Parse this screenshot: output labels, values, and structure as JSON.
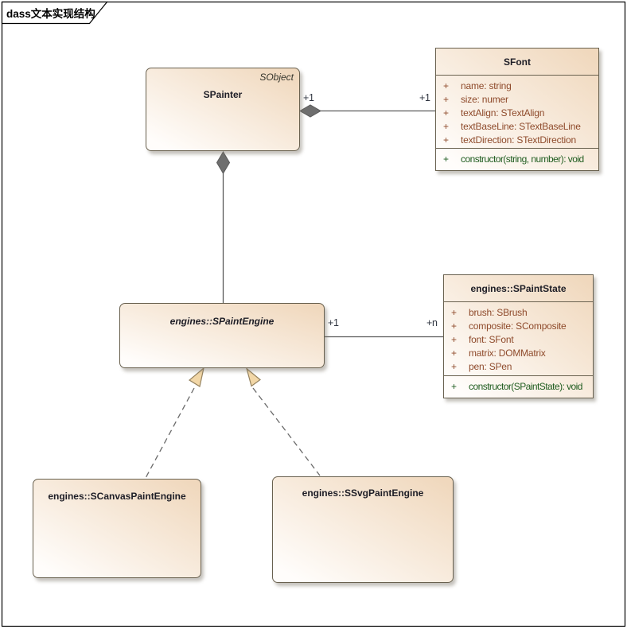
{
  "frame": {
    "label": "dass文本实现结构"
  },
  "classes": {
    "spainter": {
      "name": "SPainter",
      "stereotype": "SObject"
    },
    "sfont": {
      "name": "SFont",
      "attributes": [
        {
          "vis": "+",
          "text": "name: string"
        },
        {
          "vis": "+",
          "text": "size: numer"
        },
        {
          "vis": "+",
          "text": "textAlign: STextAlign"
        },
        {
          "vis": "+",
          "text": "textBaseLine: STextBaseLine"
        },
        {
          "vis": "+",
          "text": "textDirection: STextDirection"
        }
      ],
      "operations": [
        {
          "vis": "+",
          "text": "constructor(string, number): void"
        }
      ]
    },
    "spaintengine": {
      "name": "engines::SPaintEngine"
    },
    "spaintstate": {
      "name": "engines::SPaintState",
      "attributes": [
        {
          "vis": "+",
          "text": "brush: SBrush"
        },
        {
          "vis": "+",
          "text": "composite: SComposite"
        },
        {
          "vis": "+",
          "text": "font: SFont"
        },
        {
          "vis": "+",
          "text": "matrix: DOMMatrix"
        },
        {
          "vis": "+",
          "text": "pen: SPen"
        }
      ],
      "operations": [
        {
          "vis": "+",
          "text": "constructor(SPaintState): void"
        }
      ]
    },
    "scanvaspaintengine": {
      "name": "engines::SCanvasPaintEngine"
    },
    "ssvgpaintengine": {
      "name": "engines::SSvgPaintEngine"
    }
  },
  "relationships": {
    "painter_font": {
      "type": "composition",
      "source_multiplicity": "+1",
      "target_multiplicity": "+1"
    },
    "painter_engine": {
      "type": "composition"
    },
    "engine_state": {
      "type": "association",
      "source_multiplicity": "+1",
      "target_multiplicity": "+n"
    },
    "canvas_engine": {
      "type": "generalization"
    },
    "svg_engine": {
      "type": "generalization"
    }
  },
  "colors": {
    "box_fill_top": "#f0d8bd",
    "box_fill_bottom": "#fffdfb",
    "box_border": "#69614f",
    "title_text": "#1d1d26",
    "attribute_text": "#8e4a2b",
    "operation_text": "#1f5c1f",
    "multiplicity_text": "#2f3440",
    "connector_line": "#5a5a5a",
    "diamond_fill": "#6e6e6e",
    "arrowhead_fill": "#f2d7a7"
  }
}
